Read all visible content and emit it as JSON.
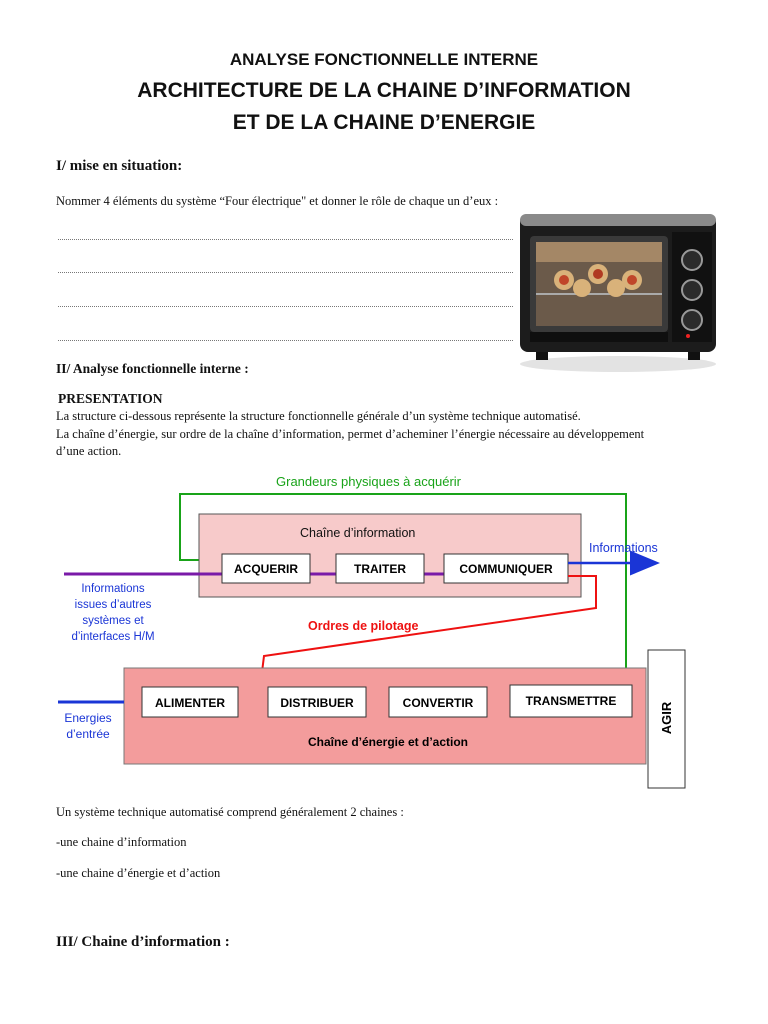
{
  "header": {
    "line1": "ANALYSE FONCTIONNELLE INTERNE",
    "line2": "ARCHITECTURE DE LA CHAINE D’INFORMATION",
    "line3": "ET DE LA CHAINE D’ENERGIE"
  },
  "section1": {
    "heading": "I/ mise en situation:",
    "question": "Nommer 4 éléments du système “Four électrique\" et donner le rôle de chaque un d’eux :"
  },
  "section2": {
    "heading": "II/ Analyse fonctionnelle interne :",
    "subheading": "PRESENTATION",
    "para1": "La structure ci-dessous représente la structure fonctionnelle générale d’un système technique automatisé.",
    "para2a": "La chaîne d’énergie, sur ordre de la chaîne d’information, permet d’acheminer l’énergie nécessaire au développement",
    "para2b": "d’une action."
  },
  "diagram": {
    "grandeurs": "Grandeurs physiques à acquérir",
    "info_chain_title": "Chaîne d’information",
    "info_blocks": [
      "ACQUERIR",
      "TRAITER",
      "COMMUNIQUER"
    ],
    "informations_out": "Informations",
    "informations_in": [
      "Informations",
      "issues d’autres",
      "systèmes et",
      "d’interfaces H/M"
    ],
    "ordres": "Ordres de pilotage",
    "energy_blocks": [
      "ALIMENTER",
      "DISTRIBUER",
      "CONVERTIR",
      "TRANSMETTRE"
    ],
    "energies_in": [
      "Energies",
      "d’entrée"
    ],
    "energy_chain_title": "Chaîne d’énergie et d’action",
    "agir": "AGIR",
    "colors": {
      "info_fill": "#f7caca",
      "energy_fill": "#f39c9c",
      "green": "#19a319",
      "red": "#ee1111",
      "blue": "#1a35d6",
      "purple": "#7a1aa8"
    }
  },
  "summary": {
    "intro": "Un système technique automatisé comprend généralement 2 chaines :",
    "item1": "-une chaine d’information",
    "item2": "-une chaine d’énergie et d’action"
  },
  "section3": {
    "heading": "III/ Chaine d’information :"
  }
}
